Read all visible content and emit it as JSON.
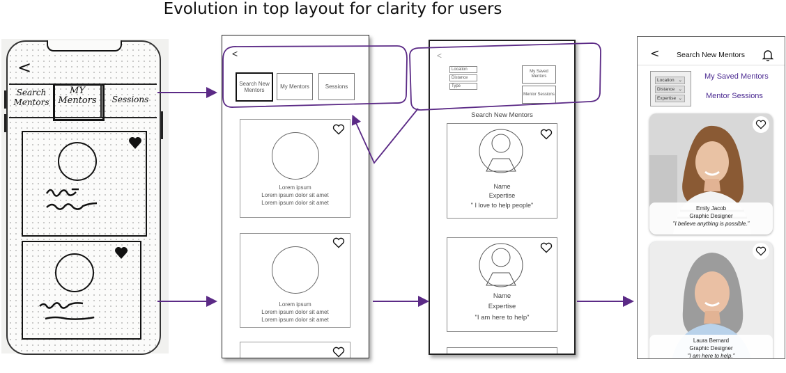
{
  "title": "Evolution in top layout for clarity for users",
  "sketch": {
    "back_glyph": "<",
    "tabs": [
      "Search Mentors",
      "MY Mentors",
      "Sessions"
    ]
  },
  "lowfi": {
    "back_glyph": "<",
    "tabs": [
      "Search New Mentors",
      "My Mentors",
      "Sessions"
    ],
    "card_lines": [
      "Lorem ipsum",
      "Lorem ipsum dolor sit amet",
      "Lorem ipsum dolor sit amet"
    ]
  },
  "midfi": {
    "back_glyph": "<",
    "filters": [
      "Location",
      "Distance",
      "Type"
    ],
    "buttons": [
      "My Saved Mentors",
      "Mentor Sessions"
    ],
    "heading": "Search New Mentors",
    "cards": [
      {
        "name": "Name",
        "role": "Expertise",
        "quote": "\" I love to help people\""
      },
      {
        "name": "Name",
        "role": "Expertise",
        "quote": "\"I am here to help\""
      }
    ]
  },
  "hifi": {
    "back_glyph": "<",
    "header_title": "Search New Mentors",
    "filters": [
      "Location",
      "Distance",
      "Expertise"
    ],
    "links": [
      "My Saved Mentors",
      "Mentor Sessions"
    ],
    "mentors": [
      {
        "name": "Emily Jacob",
        "role": "Graphic Designer",
        "quote": "\"I believe anything is possible.\""
      },
      {
        "name": "Laura Bernard",
        "role": "Graphic Designer",
        "quote": "\"I am here to help.\""
      }
    ],
    "colors": {
      "accent": "#4b2a91",
      "arrow": "#5b2a86"
    }
  }
}
